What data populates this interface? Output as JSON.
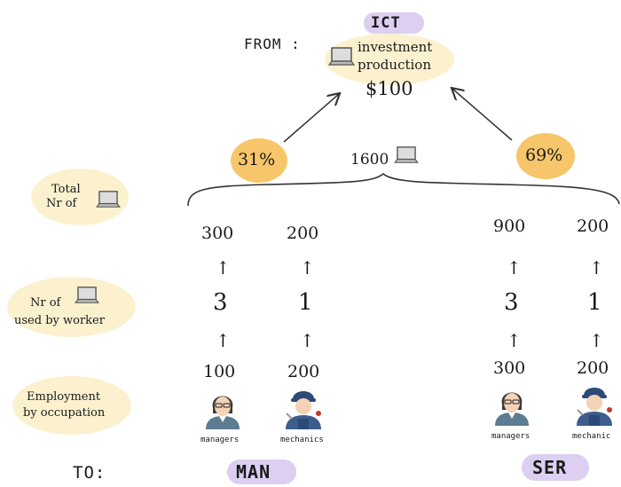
{
  "header": {
    "from_label": "FROM :",
    "source_tag": "ICT",
    "source_line1": "investment",
    "source_line2": "production",
    "source_amount": "$100",
    "icon": "laptop-icon"
  },
  "split": {
    "left_share": "31%",
    "right_share": "69%",
    "total": "1600"
  },
  "row_labels": {
    "total_line1": "Total",
    "total_line2": "Nr of",
    "used_line1": "Nr of",
    "used_line2": "used by worker",
    "employment_line1": "Employment",
    "employment_line2": "by occupation"
  },
  "columns": [
    {
      "total": "300",
      "per_worker": "3",
      "employment": "100",
      "occupation": "managers"
    },
    {
      "total": "200",
      "per_worker": "1",
      "employment": "200",
      "occupation": "mechanics"
    },
    {
      "total": "900",
      "per_worker": "3",
      "employment": "300",
      "occupation": "managers"
    },
    {
      "total": "200",
      "per_worker": "1",
      "employment": "200",
      "occupation": "mechanic"
    }
  ],
  "footer": {
    "to_label": "TO:",
    "left_target": "MAN",
    "right_target": "SER"
  },
  "colors": {
    "pill_purple": "#dccff2",
    "blob_yellow": "#fbf1cf",
    "blob_orange": "#f7c66a",
    "ink": "#1a1a1a"
  }
}
